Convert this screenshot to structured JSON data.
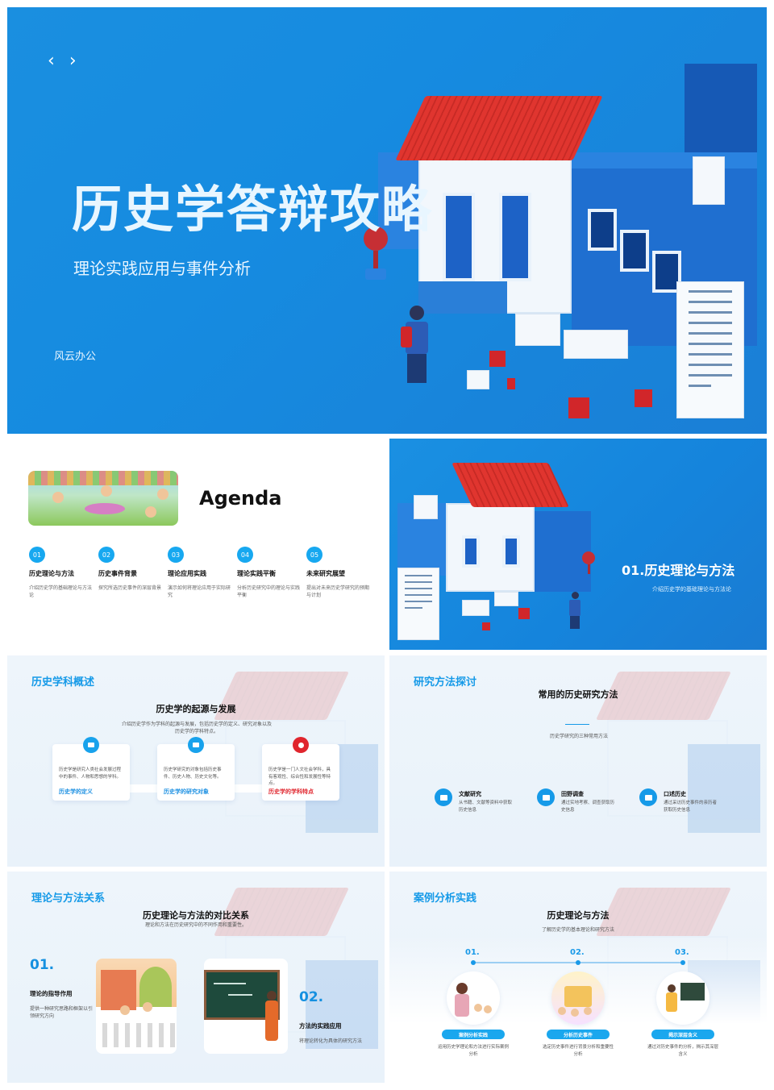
{
  "hero": {
    "nav_prev": "‹",
    "nav_next": "›",
    "title": "历史学答辩攻略",
    "subtitle": "理论实践应用与事件分析",
    "brand": "风云办公"
  },
  "agenda": {
    "title": "Agenda",
    "items": [
      {
        "num": "01",
        "title": "历史理论与方法",
        "desc": "介绍历史学的基础理论与方法论"
      },
      {
        "num": "02",
        "title": "历史事件背景",
        "desc": "探究所选历史事件的深层背景"
      },
      {
        "num": "03",
        "title": "理论应用实践",
        "desc": "演示如何将理论应用于实际研究"
      },
      {
        "num": "04",
        "title": "理论实践平衡",
        "desc": "分析历史研究中的理论与实践平衡"
      },
      {
        "num": "05",
        "title": "未来研究展望",
        "desc": "提出对未来历史学研究的预期与计划"
      }
    ]
  },
  "section": {
    "title": "01.历史理论与方法",
    "subtitle": "介绍历史学的基础理论与方法论"
  },
  "overview": {
    "head": "历史学科概述",
    "title": "历史学的起源与发展",
    "subtitle": "介绍历史学作为学科的起源与发展，包括历史学的定义、研究对象以及历史学的学科特点。",
    "cards": [
      {
        "desc": "历史学是研究人类社会发展过程中的事件、人物和思想的学科。",
        "label": "历史学的定义"
      },
      {
        "desc": "历史学研究的对象包括历史事件、历史人物、历史文化等。",
        "label": "历史学的研究对象"
      },
      {
        "desc": "历史学是一门人文社会学科，具有客观性、综合性和发展性等特点。",
        "label": "历史学的学科特点"
      }
    ]
  },
  "methods": {
    "head": "研究方法探讨",
    "title": "常用的历史研究方法",
    "subtitle": "历史学研究的三种常用方法",
    "items": [
      {
        "title": "文献研究",
        "desc": "从书籍、文献等资料中获取历史信息"
      },
      {
        "title": "田野调查",
        "desc": "通过实地考察、调查获取历史信息"
      },
      {
        "title": "口述历史",
        "desc": "通过采访历史事件的亲历者获取历史信息"
      }
    ]
  },
  "relation": {
    "head": "理论与方法关系",
    "title": "历史理论与方法的对比关系",
    "subtitle": "理论和方法在历史研究中的不同作用和重要性。",
    "num1": "01.",
    "h1": "理论的指导作用",
    "p1": "提供一种研究思路和框架以引领研究方向",
    "num2": "02.",
    "h2": "方法的实践应用",
    "p2": "将理论转化为具体的研究方法"
  },
  "cases": {
    "head": "案例分析实践",
    "title": "历史理论与方法",
    "subtitle": "了解历史学的基本理论和研究方法",
    "steps": [
      {
        "num": "01.",
        "label": "案例分析实践",
        "desc": "运用历史学理论和方法进行实际案例分析"
      },
      {
        "num": "02.",
        "label": "分析历史事件",
        "desc": "选定历史事件进行背景分析和重要性分析"
      },
      {
        "num": "03.",
        "label": "揭示深层含义",
        "desc": "通过对历史事件的分析，揭示其深层含义"
      }
    ]
  },
  "colors": {
    "accent": "#169ae8",
    "roof_red": "#e0352f",
    "highlight_red": "#e0252d"
  }
}
